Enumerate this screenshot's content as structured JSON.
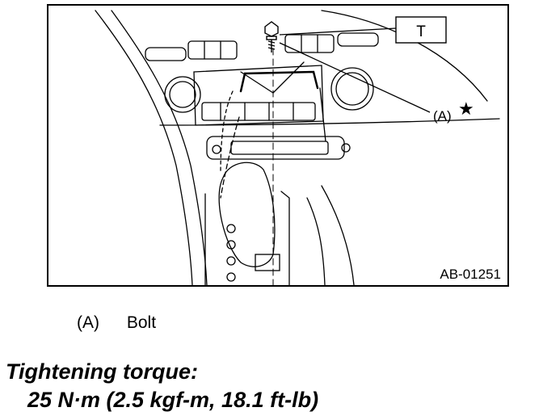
{
  "figure": {
    "callout_t": "T",
    "callout_a": "(A)",
    "star": "★",
    "figure_id": "AB-01251"
  },
  "legend": {
    "key": "(A)",
    "label": "Bolt"
  },
  "torque": {
    "title": "Tightening torque:",
    "value": "25 N·m (2.5 kgf-m, 18.1 ft-lb)"
  }
}
